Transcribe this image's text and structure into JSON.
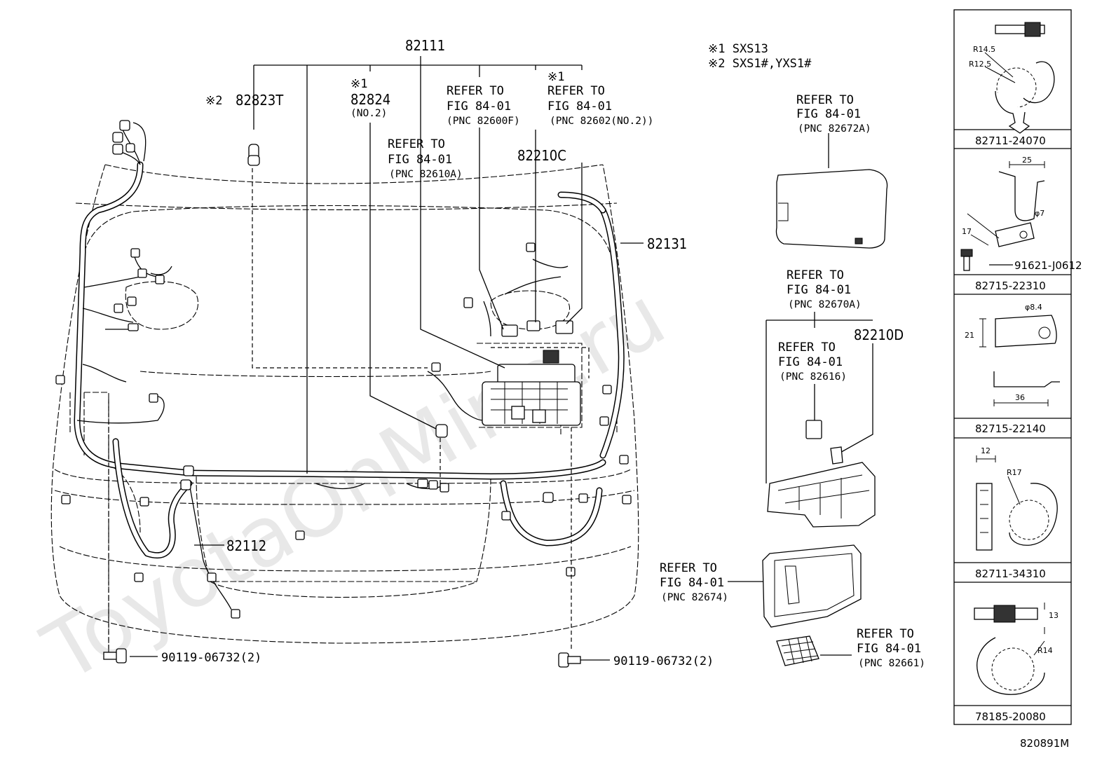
{
  "notes": [
    "※1 SXS13",
    "※2 SXS1#,YXS1#"
  ],
  "main_parts": {
    "harness_top": "82111",
    "harness_right": "82131",
    "harness_bottom": "82112",
    "part_82823t": {
      "mark": "※2",
      "number": "82823T"
    },
    "part_82824": {
      "mark": "※1",
      "number": "82824",
      "sub": "(NO.2)"
    },
    "relay_c": "82210C",
    "relay_d": "82210D"
  },
  "refer_labels": {
    "r_82600f": [
      "REFER TO",
      "FIG 84-01",
      "(PNC 82600F)"
    ],
    "r_82602": {
      "mark": "※1",
      "lines": [
        "REFER TO",
        "FIG 84-01",
        "(PNC 82602(NO.2))"
      ]
    },
    "r_82610a": [
      "REFER TO",
      "FIG 84-01",
      "(PNC 82610A)"
    ],
    "r_82672a": [
      "REFER TO",
      "FIG 84-01",
      "(PNC 82672A)"
    ],
    "r_82670a": [
      "REFER TO",
      "FIG 84-01",
      "(PNC 82670A)"
    ],
    "r_82616": [
      "REFER TO",
      "FIG 84-01",
      "(PNC 82616)"
    ],
    "r_82674": [
      "REFER TO",
      "FIG 84-01",
      "(PNC 82674)"
    ],
    "r_82661": [
      "REFER TO",
      "FIG 84-01",
      "(PNC 82661)"
    ]
  },
  "bolts": {
    "left": "90119-06732(2)",
    "right": "90119-06732(2)"
  },
  "clip_panel": {
    "cells": [
      {
        "part_number": "82711-24070",
        "dims": [
          "R14.5",
          "R12.5"
        ]
      },
      {
        "part_number": "82715-22310",
        "dims": [
          "25",
          "φ7",
          "17"
        ],
        "bolt": "91621-J0612"
      },
      {
        "part_number": "82715-22140",
        "dims": [
          "φ8.4",
          "21",
          "36"
        ]
      },
      {
        "part_number": "82711-34310",
        "dims": [
          "12",
          "R17"
        ]
      },
      {
        "part_number": "78185-20080",
        "dims": [
          "13",
          "R14"
        ]
      }
    ]
  },
  "figure_code": "820891M",
  "watermark": "ToyotaOnMine.ru"
}
